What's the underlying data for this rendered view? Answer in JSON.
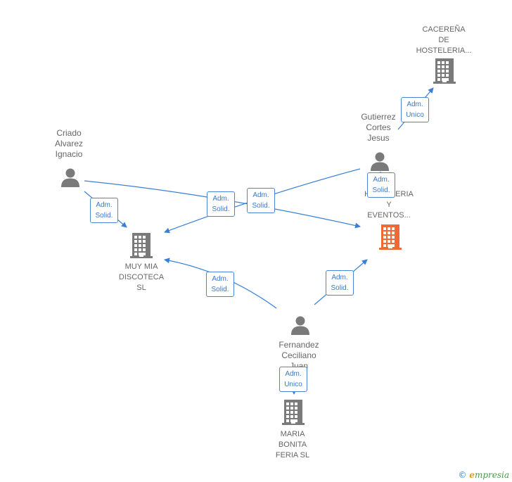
{
  "colors": {
    "edge": "#3a7fd5",
    "icon_gray": "#7a7a7a",
    "icon_highlight": "#f06a35",
    "label": "#666666",
    "role_border": "#4a86d8",
    "role_text": "#3a78c9"
  },
  "nodes": [
    {
      "id": "criado",
      "kind": "person",
      "label": "Criado\nAlvarez\nIgnacio"
    },
    {
      "id": "gutierrez",
      "kind": "person",
      "label": "Gutierrez\nCortes\nJesus"
    },
    {
      "id": "fernandez",
      "kind": "person",
      "label": "Fernandez\nCeciliano\nJuan"
    },
    {
      "id": "cacerena",
      "kind": "company",
      "label": "CACEREÑA\nDE\nHOSTELERIA..."
    },
    {
      "id": "hosteleria",
      "kind": "company",
      "highlight": true,
      "label": "HOSTELERIA\nY\nEVENTOS..."
    },
    {
      "id": "muymia",
      "kind": "company",
      "label": "MUY MIA\nDISCOTECA\nSL"
    },
    {
      "id": "maria",
      "kind": "company",
      "label": "MARIA\nBONITA\nFERIA  SL"
    }
  ],
  "edges": [
    {
      "id": "gutierrez-cacerena",
      "from": "gutierrez",
      "to": "cacerena",
      "role": "Adm.\nUnico"
    },
    {
      "id": "criado-muymia",
      "from": "criado",
      "to": "muymia",
      "role": "Adm.\nSolid."
    },
    {
      "id": "criado-hosteleria",
      "from": "criado",
      "to": "hosteleria",
      "role": "Adm.\nSolid."
    },
    {
      "id": "gutierrez-muymia",
      "from": "gutierrez",
      "to": "muymia",
      "role": "Adm.\nSolid."
    },
    {
      "id": "gutierrez-hosteleria",
      "from": "gutierrez",
      "to": "hosteleria",
      "role": "Adm.\nSolid."
    },
    {
      "id": "fernandez-muymia",
      "from": "fernandez",
      "to": "muymia",
      "role": "Adm.\nSolid."
    },
    {
      "id": "fernandez-hosteleria",
      "from": "fernandez",
      "to": "hosteleria",
      "role": "Adm.\nSolid."
    },
    {
      "id": "fernandez-maria",
      "from": "fernandez",
      "to": "maria",
      "role": "Adm.\nUnico"
    }
  ],
  "footer": {
    "copyright": "©",
    "brand_initial": "e",
    "brand_rest": "mpresia"
  }
}
